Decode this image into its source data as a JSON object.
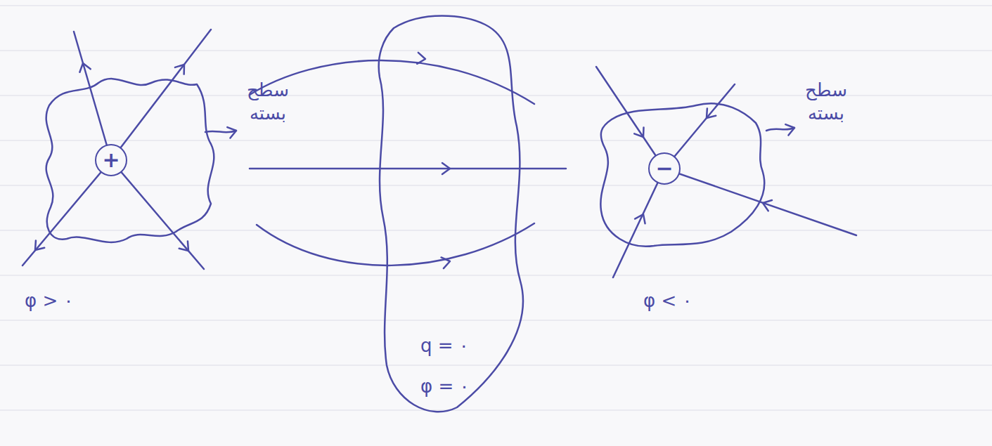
{
  "diagram": {
    "nodes": [
      {
        "text": [
          "+"
        ]
      },
      {
        "text": [
          "−"
        ]
      }
    ],
    "labels": [
      "سطح بسته",
      "φ > ۰",
      "q = ۰",
      "φ = ۰",
      "سطح بسته",
      "φ < ۰"
    ]
  }
}
